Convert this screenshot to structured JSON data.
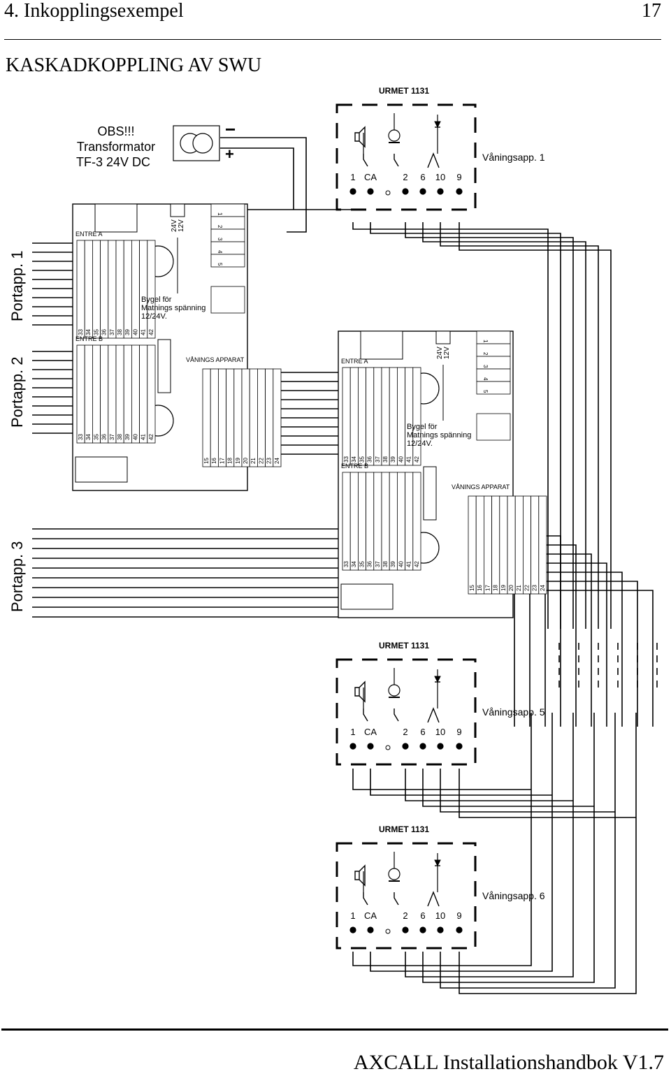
{
  "header": {
    "chapter": "4. Inkopplingsexempel",
    "page_number": "17"
  },
  "section_title": "KASKADKOPPLING AV SWU",
  "footer": "AXCALL Installationshandbok V1.7",
  "transformer_note": [
    "OBS!!!",
    "Transformator",
    "TF-3 24V DC"
  ],
  "polarity": {
    "minus": "−",
    "plus": "+"
  },
  "units": [
    {
      "model": "URMET 1131",
      "floor": "Våningsapp. 1",
      "terminals": [
        "1",
        "CA",
        "2",
        "6",
        "10",
        "9"
      ]
    },
    {
      "model": "URMET 1131",
      "floor": "Våningsapp. 5",
      "terminals": [
        "1",
        "CA",
        "2",
        "6",
        "10",
        "9"
      ]
    },
    {
      "model": "URMET 1131",
      "floor": "Våningsapp. 6",
      "terminals": [
        "1",
        "CA",
        "2",
        "6",
        "10",
        "9"
      ]
    }
  ],
  "boards": [
    {
      "entre_a": "ENTRE A",
      "entre_b": "ENTRE B",
      "voltage_hi": "24V",
      "voltage_lo": "12V",
      "bygel": [
        "Bygel för",
        "Matnings spänning",
        "12/24V."
      ],
      "vanings": "VÅNINGS APPARAT"
    },
    {
      "entre_a": "ENTRE A",
      "entre_b": "ENTRE B",
      "voltage_hi": "24V",
      "voltage_lo": "12V",
      "bygel": [
        "Bygel för",
        "Matnings spänning",
        "12/24V."
      ],
      "vanings": "VÅNINGS APPARAT"
    }
  ],
  "entre_terminals": [
    "33",
    "34",
    "35",
    "36",
    "37",
    "38",
    "39",
    "40",
    "41",
    "42"
  ],
  "vanings_terminals": [
    "15",
    "16",
    "17",
    "18",
    "19",
    "20",
    "21",
    "22",
    "23",
    "24"
  ],
  "config_terminals": [
    "1",
    "2",
    "3",
    "4",
    "5"
  ],
  "portapp": [
    "Portapp. 1",
    "Portapp. 2",
    "Portapp. 3"
  ]
}
